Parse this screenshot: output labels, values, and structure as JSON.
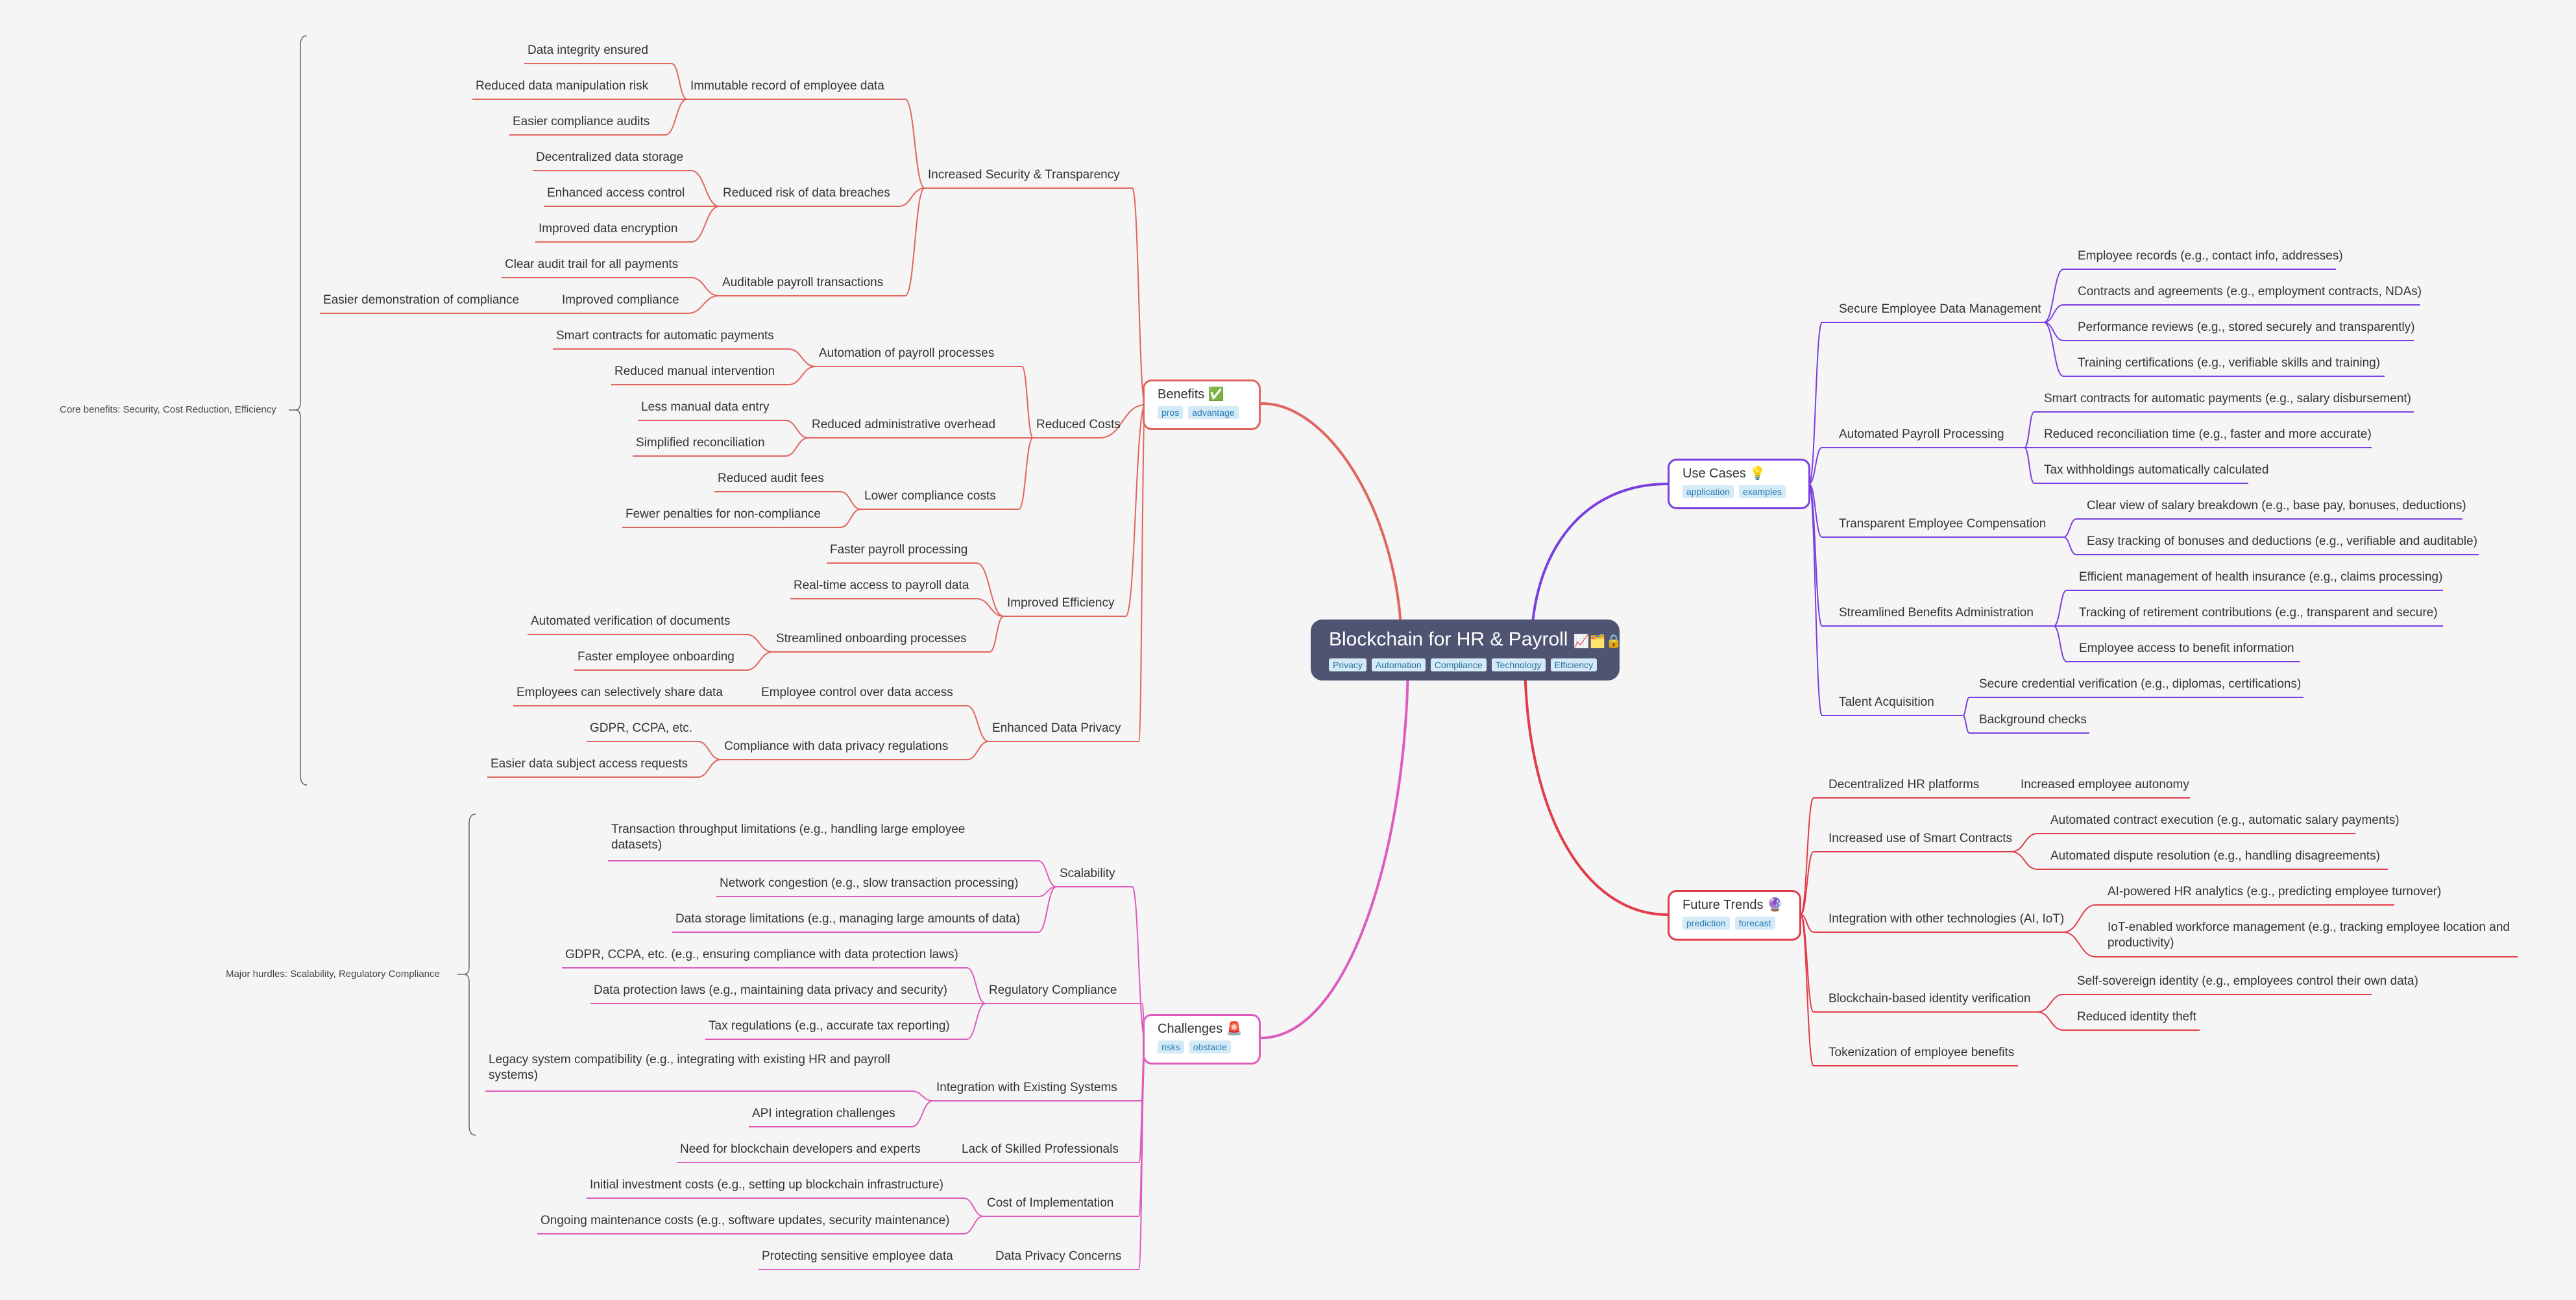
{
  "root": {
    "title": "Blockchain for HR & Payroll",
    "icons": [
      "chart-increasing-icon",
      "card-index-dividers-icon",
      "lock-icon"
    ],
    "tags": [
      "Privacy",
      "Automation",
      "Compliance",
      "Technology",
      "Efficiency"
    ]
  },
  "colors": {
    "benefits": "#e0655f",
    "challenges": "#de5bbe",
    "use_cases": "#7b3fe0",
    "future_trends": "#e23b4a",
    "root_bg": "#4e5471"
  },
  "benefits": {
    "title": "Benefits",
    "icon": "check-mark-icon",
    "tags": [
      "pros",
      "advantage"
    ],
    "summary": "Core benefits: Security, Cost Reduction, Efficiency",
    "security": {
      "label": "Increased Security & Transparency",
      "immutable": {
        "label": "Immutable record of employee data",
        "items": [
          "Data integrity ensured",
          "Reduced data manipulation risk",
          "Easier compliance audits"
        ]
      },
      "breaches": {
        "label": "Reduced risk of data breaches",
        "items": [
          "Decentralized data storage",
          "Enhanced access control",
          "Improved data encryption"
        ]
      },
      "auditable": {
        "label": "Auditable payroll transactions",
        "items": [
          "Clear audit trail for all payments"
        ],
        "compliance": {
          "label": "Improved compliance",
          "items": [
            "Easier demonstration of compliance"
          ]
        }
      }
    },
    "costs": {
      "label": "Reduced Costs",
      "automation": {
        "label": "Automation of payroll processes",
        "items": [
          "Smart contracts for automatic payments",
          "Reduced manual intervention"
        ]
      },
      "overhead": {
        "label": "Reduced administrative overhead",
        "items": [
          "Less manual data entry",
          "Simplified reconciliation"
        ]
      },
      "compliance_costs": {
        "label": "Lower compliance costs",
        "items": [
          "Reduced audit fees",
          "Fewer penalties for non-compliance"
        ]
      }
    },
    "efficiency": {
      "label": "Improved Efficiency",
      "items": [
        "Faster payroll processing",
        "Real-time access to payroll data"
      ],
      "onboarding": {
        "label": "Streamlined onboarding processes",
        "items": [
          "Automated verification of documents",
          "Faster employee onboarding"
        ]
      }
    },
    "privacy": {
      "label": "Enhanced Data Privacy",
      "control": {
        "label": "Employee control over data access",
        "items": [
          "Employees can selectively share data"
        ]
      },
      "regulations": {
        "label": "Compliance with data privacy regulations",
        "items": [
          "GDPR, CCPA, etc.",
          "Easier data subject access requests"
        ]
      }
    }
  },
  "challenges": {
    "title": "Challenges",
    "icon": "rotating-light-icon",
    "tags": [
      "risks",
      "obstacle"
    ],
    "summary": "Major hurdles: Scalability, Regulatory Compliance",
    "scalability": {
      "label": "Scalability",
      "items": [
        "Transaction throughput limitations (e.g., handling large employee datasets)",
        "Network congestion (e.g., slow transaction processing)",
        "Data storage limitations (e.g., managing large amounts of data)"
      ]
    },
    "regulatory": {
      "label": "Regulatory Compliance",
      "items": [
        "GDPR, CCPA, etc. (e.g., ensuring compliance with data protection laws)",
        "Data protection laws (e.g., maintaining data privacy and security)",
        "Tax regulations (e.g., accurate tax reporting)"
      ]
    },
    "integration": {
      "label": "Integration with Existing Systems",
      "items": [
        "Legacy system compatibility (e.g., integrating with existing HR and payroll systems)",
        "API integration challenges"
      ]
    },
    "skills": {
      "label": "Lack of Skilled Professionals",
      "items": [
        "Need for blockchain developers and experts"
      ]
    },
    "cost": {
      "label": "Cost of Implementation",
      "items": [
        "Initial investment costs (e.g., setting up blockchain infrastructure)",
        "Ongoing maintenance costs (e.g., software updates, security maintenance)"
      ]
    },
    "privacy": {
      "label": "Data Privacy Concerns",
      "items": [
        "Protecting sensitive employee data"
      ]
    }
  },
  "use_cases": {
    "title": "Use Cases",
    "icon": "light-bulb-icon",
    "tags": [
      "application",
      "examples"
    ],
    "data_mgmt": {
      "label": "Secure Employee Data Management",
      "items": [
        "Employee records (e.g., contact info, addresses)",
        "Contracts and agreements (e.g., employment contracts, NDAs)",
        "Performance reviews (e.g., stored securely and transparently)",
        "Training certifications (e.g., verifiable skills and training)"
      ]
    },
    "payroll": {
      "label": "Automated Payroll Processing",
      "items": [
        "Smart contracts for automatic payments (e.g., salary disbursement)",
        "Reduced reconciliation time (e.g., faster and more accurate)",
        "Tax withholdings automatically calculated"
      ]
    },
    "compensation": {
      "label": "Transparent Employee Compensation",
      "items": [
        "Clear view of salary breakdown (e.g., base pay, bonuses, deductions)",
        "Easy tracking of bonuses and deductions (e.g., verifiable and auditable)"
      ]
    },
    "benefits_admin": {
      "label": "Streamlined Benefits Administration",
      "items": [
        "Efficient management of health insurance (e.g., claims processing)",
        "Tracking of retirement contributions (e.g., transparent and secure)",
        "Employee access to benefit information"
      ]
    },
    "talent": {
      "label": "Talent Acquisition",
      "items": [
        "Secure credential verification (e.g., diplomas, certifications)",
        "Background checks"
      ]
    }
  },
  "future_trends": {
    "title": "Future Trends",
    "icon": "crystal-ball-icon",
    "tags": [
      "prediction",
      "forecast"
    ],
    "decentralized": {
      "label": "Decentralized HR platforms",
      "items": [
        "Increased employee autonomy"
      ]
    },
    "smart_contracts": {
      "label": "Increased use of Smart Contracts",
      "items": [
        "Automated contract execution (e.g., automatic salary payments)",
        "Automated dispute resolution (e.g., handling disagreements)"
      ]
    },
    "integration": {
      "label": "Integration with other technologies (AI, IoT)",
      "items": [
        "AI-powered HR analytics (e.g., predicting employee turnover)",
        "IoT-enabled workforce management (e.g., tracking employee location and productivity)"
      ]
    },
    "identity": {
      "label": "Blockchain-based identity verification",
      "items": [
        "Self-sovereign identity (e.g., employees control their own data)",
        "Reduced identity theft"
      ]
    },
    "tokenization": {
      "label": "Tokenization of employee benefits"
    }
  }
}
